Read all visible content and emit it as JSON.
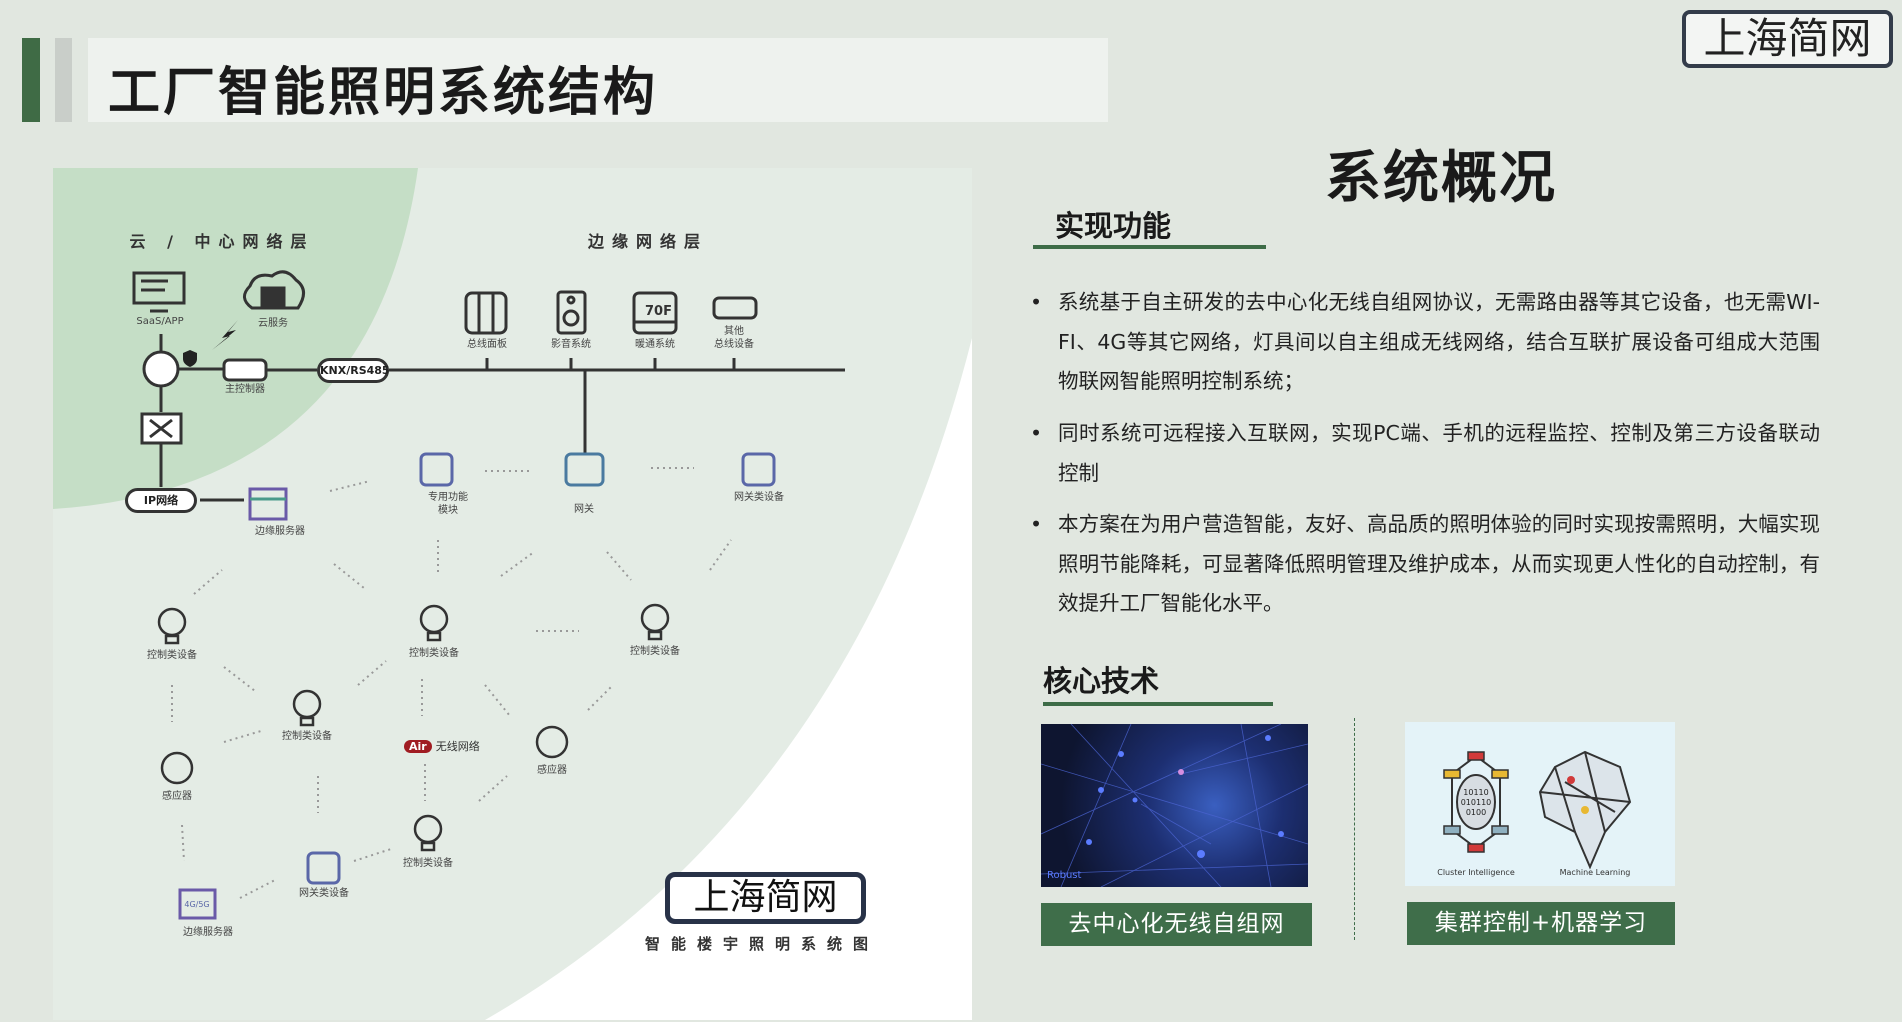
{
  "header": {
    "title": "工厂智能照明系统结构",
    "logo": "上海简网"
  },
  "diagram": {
    "cloud_layer": "云 / 中心网络层",
    "edge_layer": "边缘网络层",
    "saas": "SaaS/APP",
    "cloud_service": "云服务",
    "main_controller": "主控制器",
    "bus": "KNX/RS485",
    "bus_panel": "总线面板",
    "av_system": "影音系统",
    "hvac": "暖通系统",
    "other_bus_1": "其他",
    "other_bus_2": "总线设备",
    "ip_network": "IP网络",
    "edge_server": "边缘服务器",
    "special_module_1": "专用功能",
    "special_module_2": "模块",
    "gateway": "网关",
    "gateway_device": "网关类设备",
    "control_device": "控制类设备",
    "sensor": "感应器",
    "air_badge": "Air",
    "wireless": "无线网络",
    "hvac_icon_text": "70F",
    "server_4g": "4G/5G",
    "logo": "上海简网",
    "caption": "智能楼宇照明系统图"
  },
  "overview": {
    "title": "系统概况",
    "functions_heading": "实现功能",
    "bullets": [
      "系统基于自主研发的去中心化无线自组网协议，无需路由器等其它设备，也无需WI-FI、4G等其它网络，灯具间以自主组成无线网络，结合互联扩展设备可组成大范围物联网智能照明控制系统；",
      "同时系统可远程接入互联网，实现PC端、手机的远程监控、控制及第三方设备联动控制",
      "本方案在为用户营造智能，友好、高品质的照明体验的同时实现按需照明，大幅实现照明节能降耗，可显著降低照明管理及维护成本，从而实现更人性化的自动控制，有效提升工厂智能化水平。"
    ],
    "bullet_symbol": "•",
    "tech_heading": "核心技术",
    "tech": [
      {
        "image_caption": "Robust",
        "label": "去中心化无线自组网"
      },
      {
        "image_captions": [
          "Cluster Intelligence",
          "Machine Learning"
        ],
        "binary": [
          "10110",
          "010110",
          "0100"
        ],
        "label": "集群控制+机器学习"
      }
    ]
  },
  "colors": {
    "accent": "#3f6e4a",
    "background": "#e1e7e0",
    "air": "#a01c22"
  }
}
